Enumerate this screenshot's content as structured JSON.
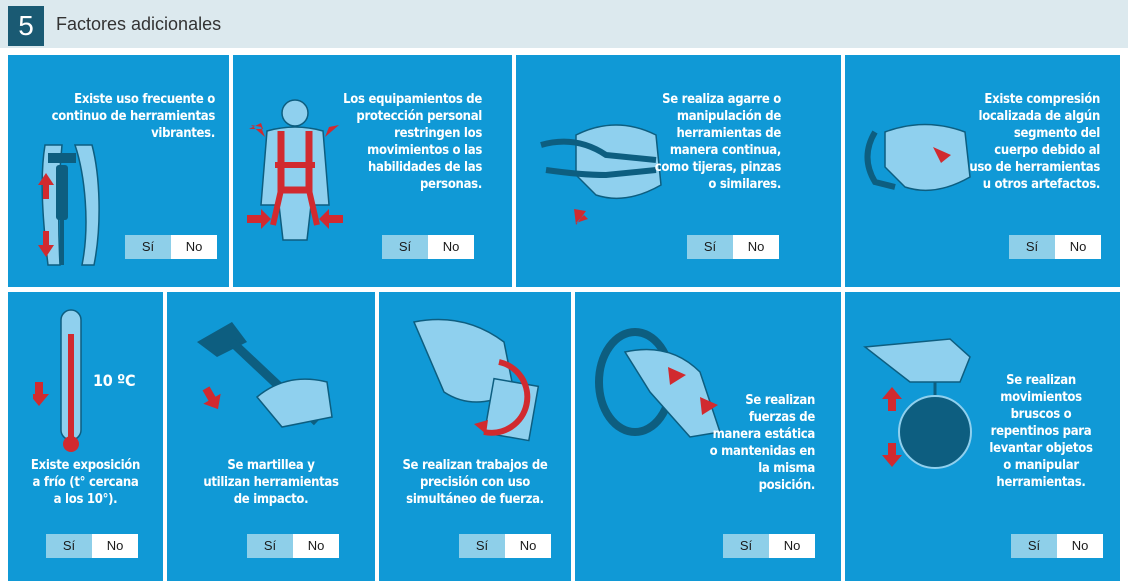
{
  "section": {
    "number": "5",
    "title": "Factores adicionales"
  },
  "options": {
    "yes": "Sí",
    "no": "No"
  },
  "factors": [
    {
      "icon": "vibrating-tool-icon",
      "text": "Existe uso frecuente o\ncontinuo de herramientas\nvibrantes."
    },
    {
      "icon": "harness-icon",
      "text": "Los equipamientos de\nprotección personal\nrestringen los\nmovimientos o las\nhabilidades de las\npersonas."
    },
    {
      "icon": "pliers-grip-icon",
      "text": "Se realiza agarre o\nmanipulación de\nherramientas de\nmanera continua,\ncomo tijeras, pinzas\no similares."
    },
    {
      "icon": "compression-icon",
      "text": "Existe compresión\nlocalizada de algún\nsegmento del\ncuerpo debido al\nuso de herramientas\nu otros artefactos."
    },
    {
      "icon": "thermometer-icon",
      "text": "Existe exposición\na frío (t° cercana\na los 10°).",
      "temp_label": "10 ºC"
    },
    {
      "icon": "hammer-icon",
      "text": "Se martillea y\nutilizan herramientas\nde impacto."
    },
    {
      "icon": "precision-hand-icon",
      "text": "Se realizan trabajos de\nprecisión con uso\nsimultáneo de fuerza."
    },
    {
      "icon": "static-force-icon",
      "text": "Se realizan\nfuerzas de\nmanera estática\no mantenidas en\nla misma\nposición."
    },
    {
      "icon": "lifting-icon",
      "text": "Se realizan\nmovimientos\nbruscos o\nrepentinos para\nlevantar objetos\no manipular\nherramientas."
    }
  ],
  "colors": {
    "panel": "#1099d6",
    "header": "#dce9ee",
    "badge": "#1a5a73",
    "arrow": "#d12a2f",
    "yes_bg": "#8ecfe9"
  }
}
